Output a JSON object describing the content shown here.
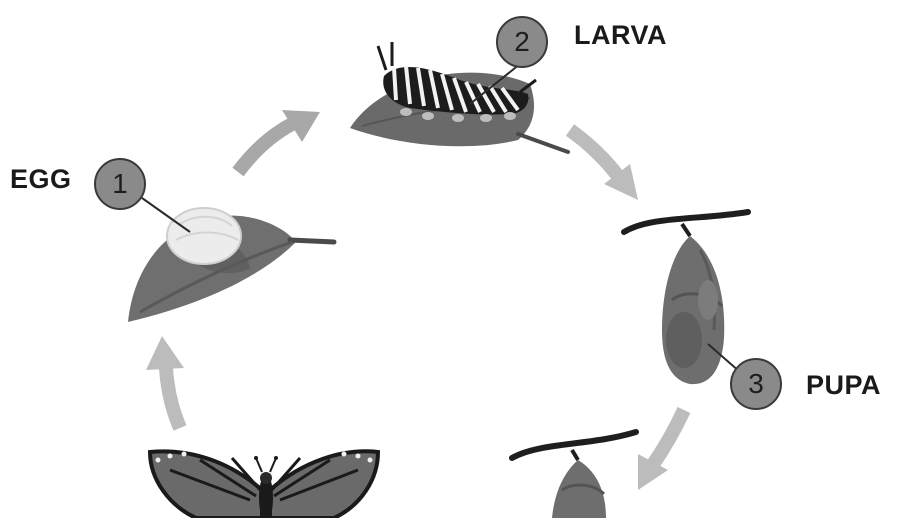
{
  "stages": [
    {
      "number": "1",
      "label": "EGG"
    },
    {
      "number": "2",
      "label": "LARVA"
    },
    {
      "number": "3",
      "label": "PUPA"
    }
  ]
}
